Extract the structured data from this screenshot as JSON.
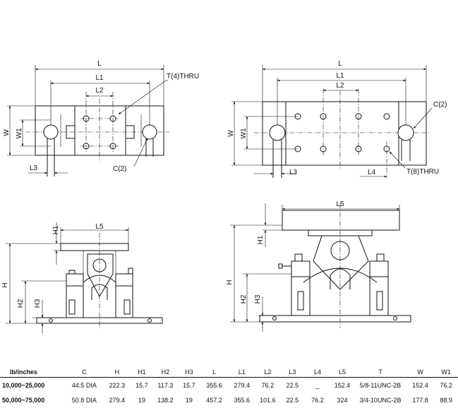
{
  "labels": {
    "L": "L",
    "L1": "L1",
    "L2": "L2",
    "L3": "L3",
    "L4": "L4",
    "L5": "L5",
    "W": "W",
    "W1": "W1",
    "H": "H",
    "H1": "H1",
    "H2": "H2",
    "H3": "H3",
    "T4": "T(4)THRU",
    "T8": "T(8)THRU",
    "C2": "C(2)"
  },
  "table": {
    "unit_label": "lb/inches",
    "columns": [
      "C",
      "H",
      "H1",
      "H2",
      "H3",
      "L",
      "L1",
      "L2",
      "L3",
      "L4",
      "L5",
      "T",
      "W",
      "W1"
    ],
    "rows": [
      {
        "range": "10,000~25,000",
        "values": [
          "44.5 DIA",
          "222.3",
          "15.7",
          "117.3",
          "15.7",
          "355.6",
          "279.4",
          "76.2",
          "22.5",
          "_",
          "152.4",
          "5/8-11UNC-2B",
          "152.4",
          "76.2"
        ]
      },
      {
        "range": "50,000~75,000",
        "values": [
          "50.8 DIA",
          "279.4",
          "19",
          "138.2",
          "19",
          "457.2",
          "355.6",
          "101.6",
          "22.5",
          "76.2",
          "324",
          "3/4-10UNC-2B",
          "177.8",
          "88.9"
        ]
      }
    ]
  }
}
